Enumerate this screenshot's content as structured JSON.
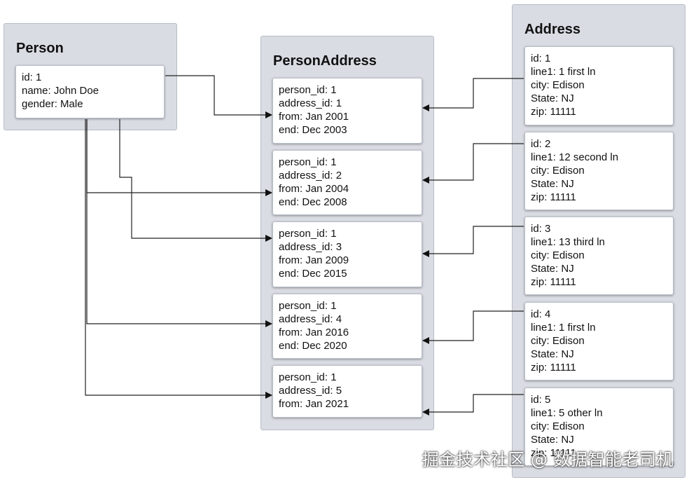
{
  "person": {
    "title": "Person",
    "lines": [
      "id: 1",
      "name: John Doe",
      "gender: Male"
    ]
  },
  "person_address": {
    "title": "PersonAddress",
    "records": [
      {
        "lines": [
          "person_id: 1",
          "address_id: 1",
          "from: Jan 2001",
          "end: Dec 2003"
        ]
      },
      {
        "lines": [
          "person_id: 1",
          "address_id: 2",
          "from: Jan 2004",
          "end: Dec 2008"
        ]
      },
      {
        "lines": [
          "person_id: 1",
          "address_id: 3",
          "from: Jan 2009",
          "end: Dec 2015"
        ]
      },
      {
        "lines": [
          "person_id: 1",
          "address_id: 4",
          "from: Jan 2016",
          "end: Dec 2020"
        ]
      },
      {
        "lines": [
          "person_id: 1",
          "address_id: 5",
          "from: Jan 2021"
        ]
      }
    ]
  },
  "address": {
    "title": "Address",
    "records": [
      {
        "lines": [
          "id: 1",
          "line1: 1 first ln",
          "city: Edison",
          "State: NJ",
          "zip: 11111"
        ]
      },
      {
        "lines": [
          "id: 2",
          "line1: 12 second ln",
          "city: Edison",
          "State: NJ",
          "zip: 11111"
        ]
      },
      {
        "lines": [
          "id: 3",
          "line1: 13 third ln",
          "city: Edison",
          "State: NJ",
          "zip: 11111"
        ]
      },
      {
        "lines": [
          "id: 4",
          "line1: 1 first ln",
          "city: Edison",
          "State: NJ",
          "zip: 11111"
        ]
      },
      {
        "lines": [
          "id: 5",
          "line1: 5 other ln",
          "city: Edison",
          "State: NJ",
          "zip: 11111"
        ]
      }
    ]
  },
  "watermark": "掘金技术社区 @ 数据智能老司机"
}
